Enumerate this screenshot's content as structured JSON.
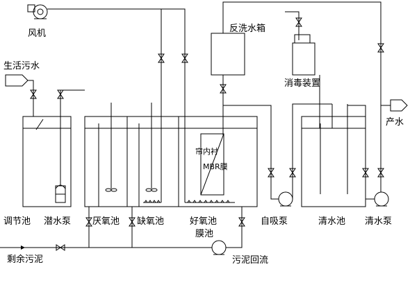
{
  "labels": {
    "blower": "风机",
    "domestic_sewage": "生活污水",
    "backwash_tank": "反洗水箱",
    "disinfection": "消毒装置",
    "product_water": "产水",
    "membrane_line1": "帘内衬",
    "membrane_line2": "MBR膜",
    "equalization_tank": "调节池",
    "submersible_pump": "潜水泵",
    "anaerobic_tank": "厌氧池",
    "anoxic_tank": "缺氧池",
    "aerobic_tank": "好氧池",
    "membrane_tank": "膜池",
    "self_priming_pump": "自吸泵",
    "clear_water_tank": "清水池",
    "clear_water_pump": "清水泵",
    "excess_sludge": "剩余污泥",
    "sludge_return": "污泥回流"
  }
}
